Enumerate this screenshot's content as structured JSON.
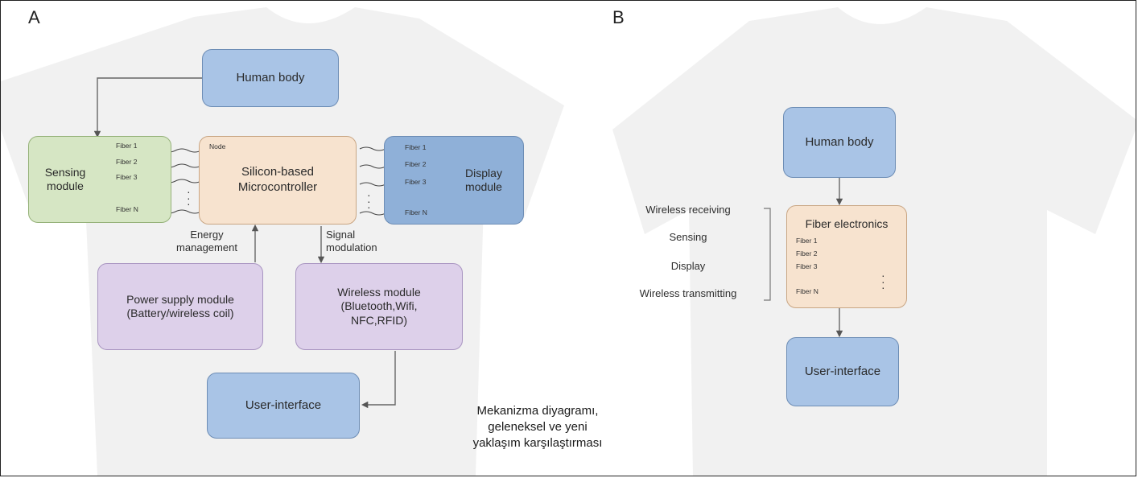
{
  "panel_a": {
    "letter": "A",
    "human_body": "Human body",
    "sensing_module": "Sensing module",
    "sensing_fibers": [
      "Fiber 1",
      "Fiber 2",
      "Fiber 3",
      "Fiber N"
    ],
    "node_label": "Node",
    "microcontroller": "Silicon-based Microcontroller",
    "display_fibers": [
      "Fiber 1",
      "Fiber 2",
      "Fiber 3",
      "Fiber N"
    ],
    "display_module": "Display module",
    "energy_management": "Energy management",
    "signal_modulation": "Signal modulation",
    "power_supply_title": "Power supply module",
    "power_supply_sub": "(Battery/wireless coil)",
    "wireless_title": "Wireless module",
    "wireless_sub": "(Bluetooth,Wifi, NFC,RFID)",
    "user_interface": "User-interface"
  },
  "panel_b": {
    "letter": "B",
    "human_body": "Human body",
    "functions": [
      "Wireless receiving",
      "Sensing",
      "Display",
      "Wireless transmitting"
    ],
    "fiber_electronics": "Fiber electronics",
    "fibers": [
      "Fiber 1",
      "Fiber 2",
      "Fiber 3",
      "Fiber N"
    ],
    "user_interface": "User-interface"
  },
  "caption": {
    "line1": "Mekanizma diyagramı,",
    "line2": "geleneksel ve yeni",
    "line3": "yaklaşım karşılaştırması"
  }
}
